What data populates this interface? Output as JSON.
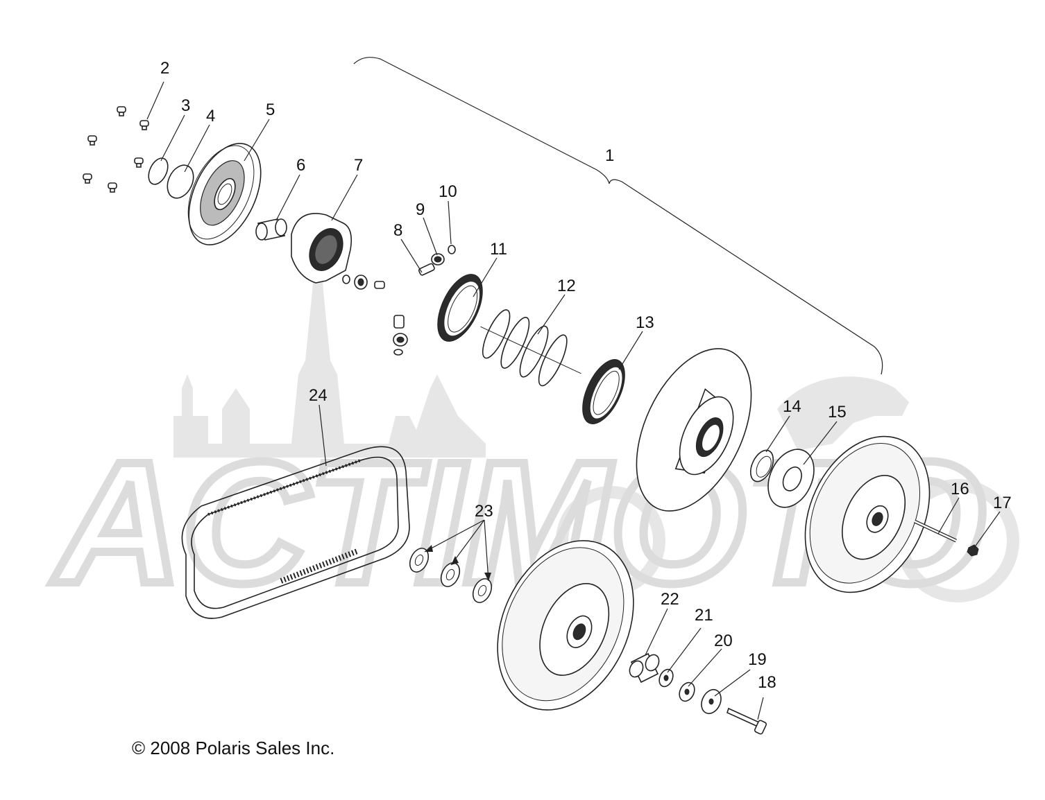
{
  "copyright": "© 2008 Polaris Sales Inc.",
  "watermark_text": "ACTIMOTO",
  "callouts": [
    {
      "id": "1",
      "label": "1"
    },
    {
      "id": "2",
      "label": "2"
    },
    {
      "id": "3",
      "label": "3"
    },
    {
      "id": "4",
      "label": "4"
    },
    {
      "id": "5",
      "label": "5"
    },
    {
      "id": "6",
      "label": "6"
    },
    {
      "id": "7",
      "label": "7"
    },
    {
      "id": "8",
      "label": "8"
    },
    {
      "id": "9",
      "label": "9"
    },
    {
      "id": "10",
      "label": "10"
    },
    {
      "id": "11",
      "label": "11"
    },
    {
      "id": "12",
      "label": "12"
    },
    {
      "id": "13",
      "label": "13"
    },
    {
      "id": "14",
      "label": "14"
    },
    {
      "id": "15",
      "label": "15"
    },
    {
      "id": "16",
      "label": "16"
    },
    {
      "id": "17",
      "label": "17"
    },
    {
      "id": "18",
      "label": "18"
    },
    {
      "id": "19",
      "label": "19"
    },
    {
      "id": "20",
      "label": "20"
    },
    {
      "id": "21",
      "label": "21"
    },
    {
      "id": "22",
      "label": "22"
    },
    {
      "id": "23",
      "label": "23"
    },
    {
      "id": "24",
      "label": "24"
    }
  ]
}
